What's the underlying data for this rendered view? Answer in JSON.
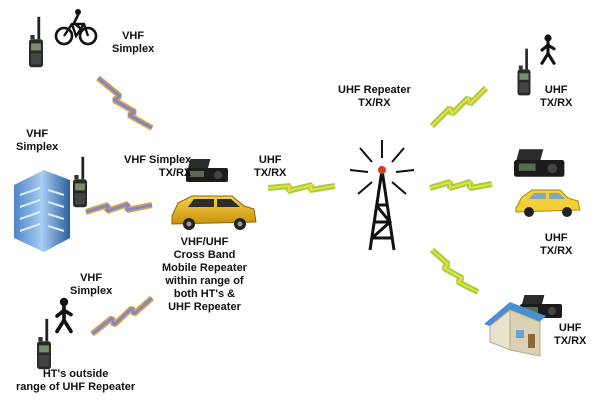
{
  "labels": {
    "vhf_simplex_top": [
      "VHF",
      "Simplex"
    ],
    "vhf_simplex_building": [
      "VHF",
      "Simplex"
    ],
    "vhf_simplex_mobile": [
      "VHF Simplex",
      "TX/RX"
    ],
    "uhf_mobile": [
      "UHF",
      "TX/RX"
    ],
    "uhf_repeater": [
      "UHF Repeater",
      "TX/RX"
    ],
    "mobile_repeater_desc": [
      "VHF/UHF",
      "Cross Band",
      "Mobile Repeater",
      "within range of",
      "both HT's &",
      "UHF Repeater"
    ],
    "vhf_simplex_bottom": [
      "VHF",
      "Simplex"
    ],
    "ht_outside": [
      "HT's outside",
      "range of UHF Repeater"
    ],
    "uhf_walker": [
      "UHF",
      "TX/RX"
    ],
    "uhf_car": [
      "UHF",
      "TX/RX"
    ],
    "uhf_house": [
      "UHF",
      "TX/RX"
    ]
  },
  "colors": {
    "vhf_bolt": "#d6a347",
    "vhf_bolt_inner": "#7b84d9",
    "uhf_bolt": "#9fd23a",
    "uhf_bolt_inner": "#f0d84a",
    "car_yellow": "#e7b60f",
    "radio_black": "#1a1a1a",
    "tower_spark": "#d23b2a"
  }
}
